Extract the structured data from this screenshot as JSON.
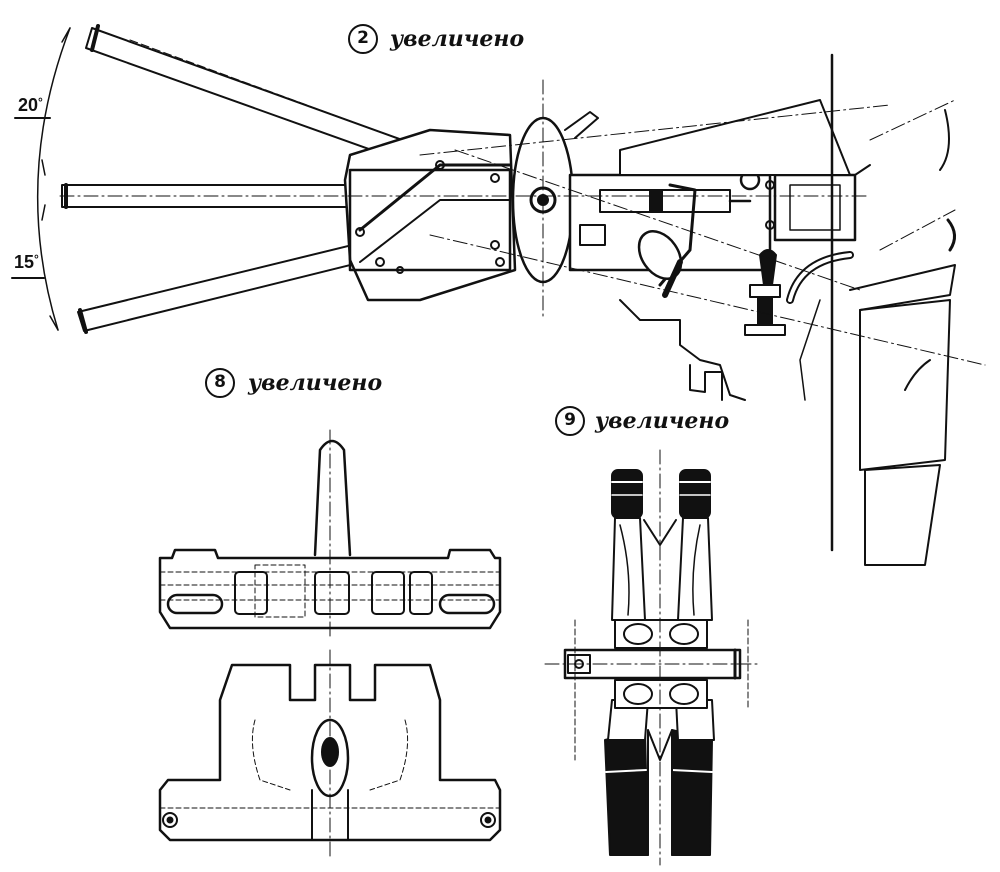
{
  "views": [
    {
      "id": "view-2",
      "number": "2",
      "caption": "увеличено"
    },
    {
      "id": "view-8",
      "number": "8",
      "caption": "увеличено"
    },
    {
      "id": "view-9",
      "number": "9",
      "caption": "увеличено"
    }
  ],
  "angles": {
    "up": {
      "value": "20",
      "unit": "°"
    },
    "down": {
      "value": "15",
      "unit": "°"
    }
  },
  "colors": {
    "ink": "#111111",
    "background": "#ffffff"
  }
}
